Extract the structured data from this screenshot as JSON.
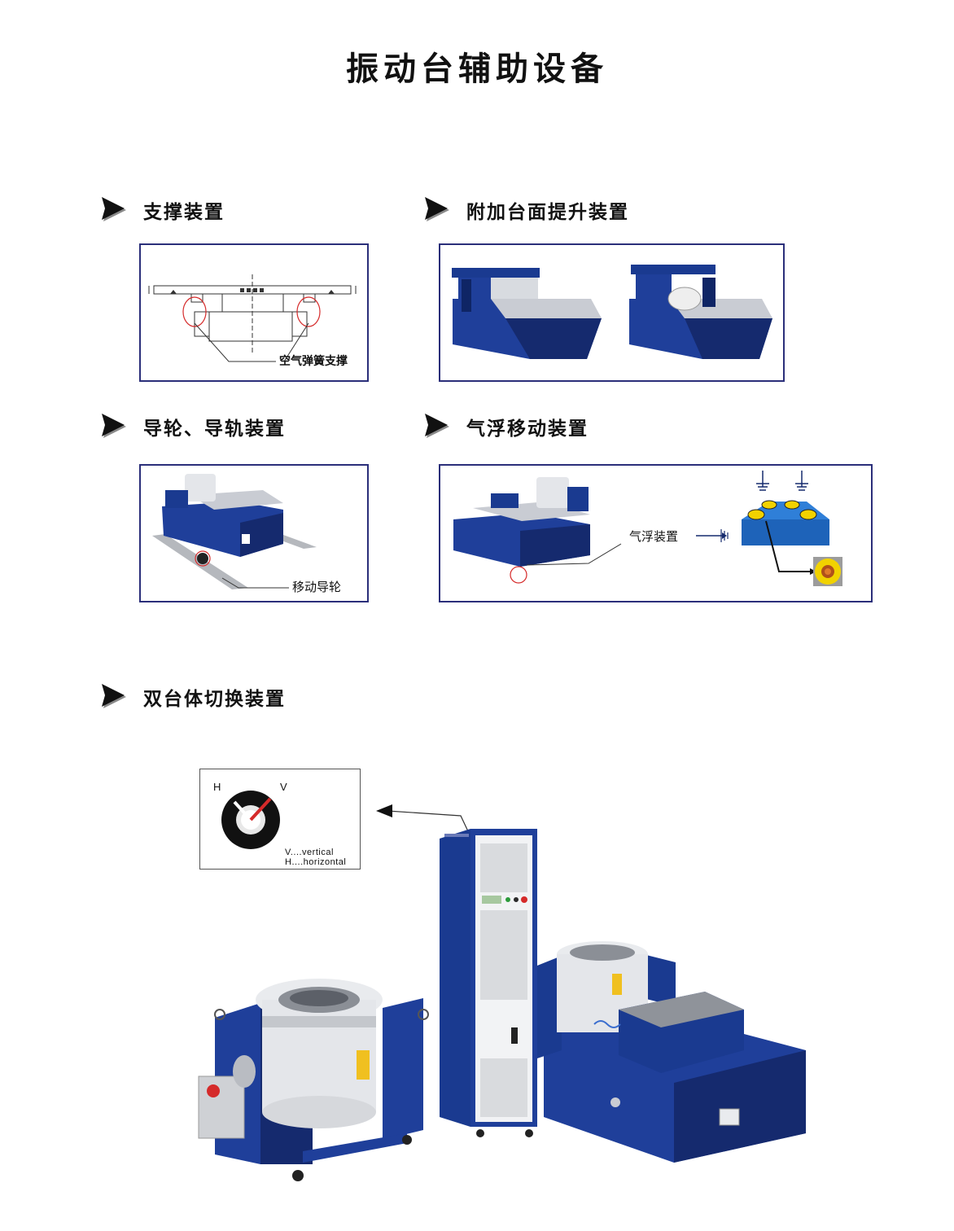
{
  "page": {
    "title": "振动台辅助设备"
  },
  "sections": {
    "support": {
      "label": "支撑装置",
      "callout": "空气弹簧支撑"
    },
    "lift": {
      "label": "附加台面提升装置"
    },
    "guide": {
      "label": "导轮、导轨装置",
      "callout": "移动导轮"
    },
    "airfloat": {
      "label": "气浮移动装置",
      "callout": "气浮装置"
    },
    "dual": {
      "label": "双台体切换装置",
      "legend": {
        "h": "H",
        "v": "V",
        "v_key": "V....vertical",
        "h_key": "H....horizontal"
      }
    }
  },
  "colors": {
    "frame_border": "#2b2f7a",
    "machine_blue": "#1f3f9a",
    "machine_dark": "#152a6e",
    "plate_gray": "#c9ccd3",
    "highlight_red": "#d52a2a",
    "pad_yellow": "#f1d200"
  },
  "icons": [
    "arrow-right-icon"
  ]
}
